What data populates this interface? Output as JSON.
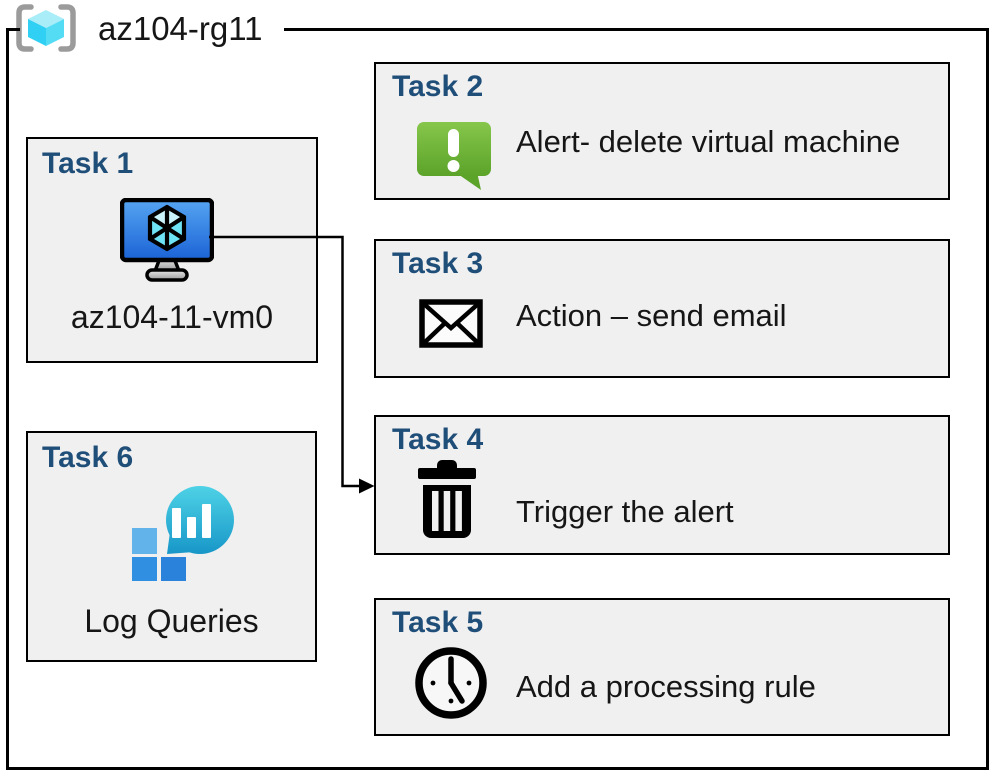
{
  "header": {
    "resource_group": "az104-rg11",
    "icon": "resource-group-icon"
  },
  "tasks": [
    {
      "title": "Task 1",
      "label": "az104-11-vm0",
      "icon": "virtual-machine-icon"
    },
    {
      "title": "Task 2",
      "label": "Alert- delete virtual machine",
      "icon": "alert-icon"
    },
    {
      "title": "Task 3",
      "label": "Action – send email",
      "icon": "email-icon"
    },
    {
      "title": "Task 4",
      "label": "Trigger the alert",
      "icon": "delete-icon"
    },
    {
      "title": "Task 5",
      "label": "Add a processing rule",
      "icon": "clock-icon"
    },
    {
      "title": "Task 6",
      "label": "Log Queries",
      "icon": "log-queries-icon"
    }
  ],
  "connector": {
    "from": "Task 1",
    "to": "Task 4"
  },
  "colors": {
    "task_heading": "#1f4e79",
    "box_fill": "#f0f0f0",
    "border": "#000000",
    "alert_green_light": "#82c341",
    "alert_green_dark": "#5ca32a",
    "vm_screen_light": "#4f9ef0",
    "vm_screen_dark": "#1b63d6",
    "cube_cyan": "#55dcf5",
    "log_teal_light": "#44cbe2",
    "log_teal_dark": "#1695c7",
    "log_square_blue": "#318fe2",
    "bracket_gray": "#9b9b9b"
  }
}
